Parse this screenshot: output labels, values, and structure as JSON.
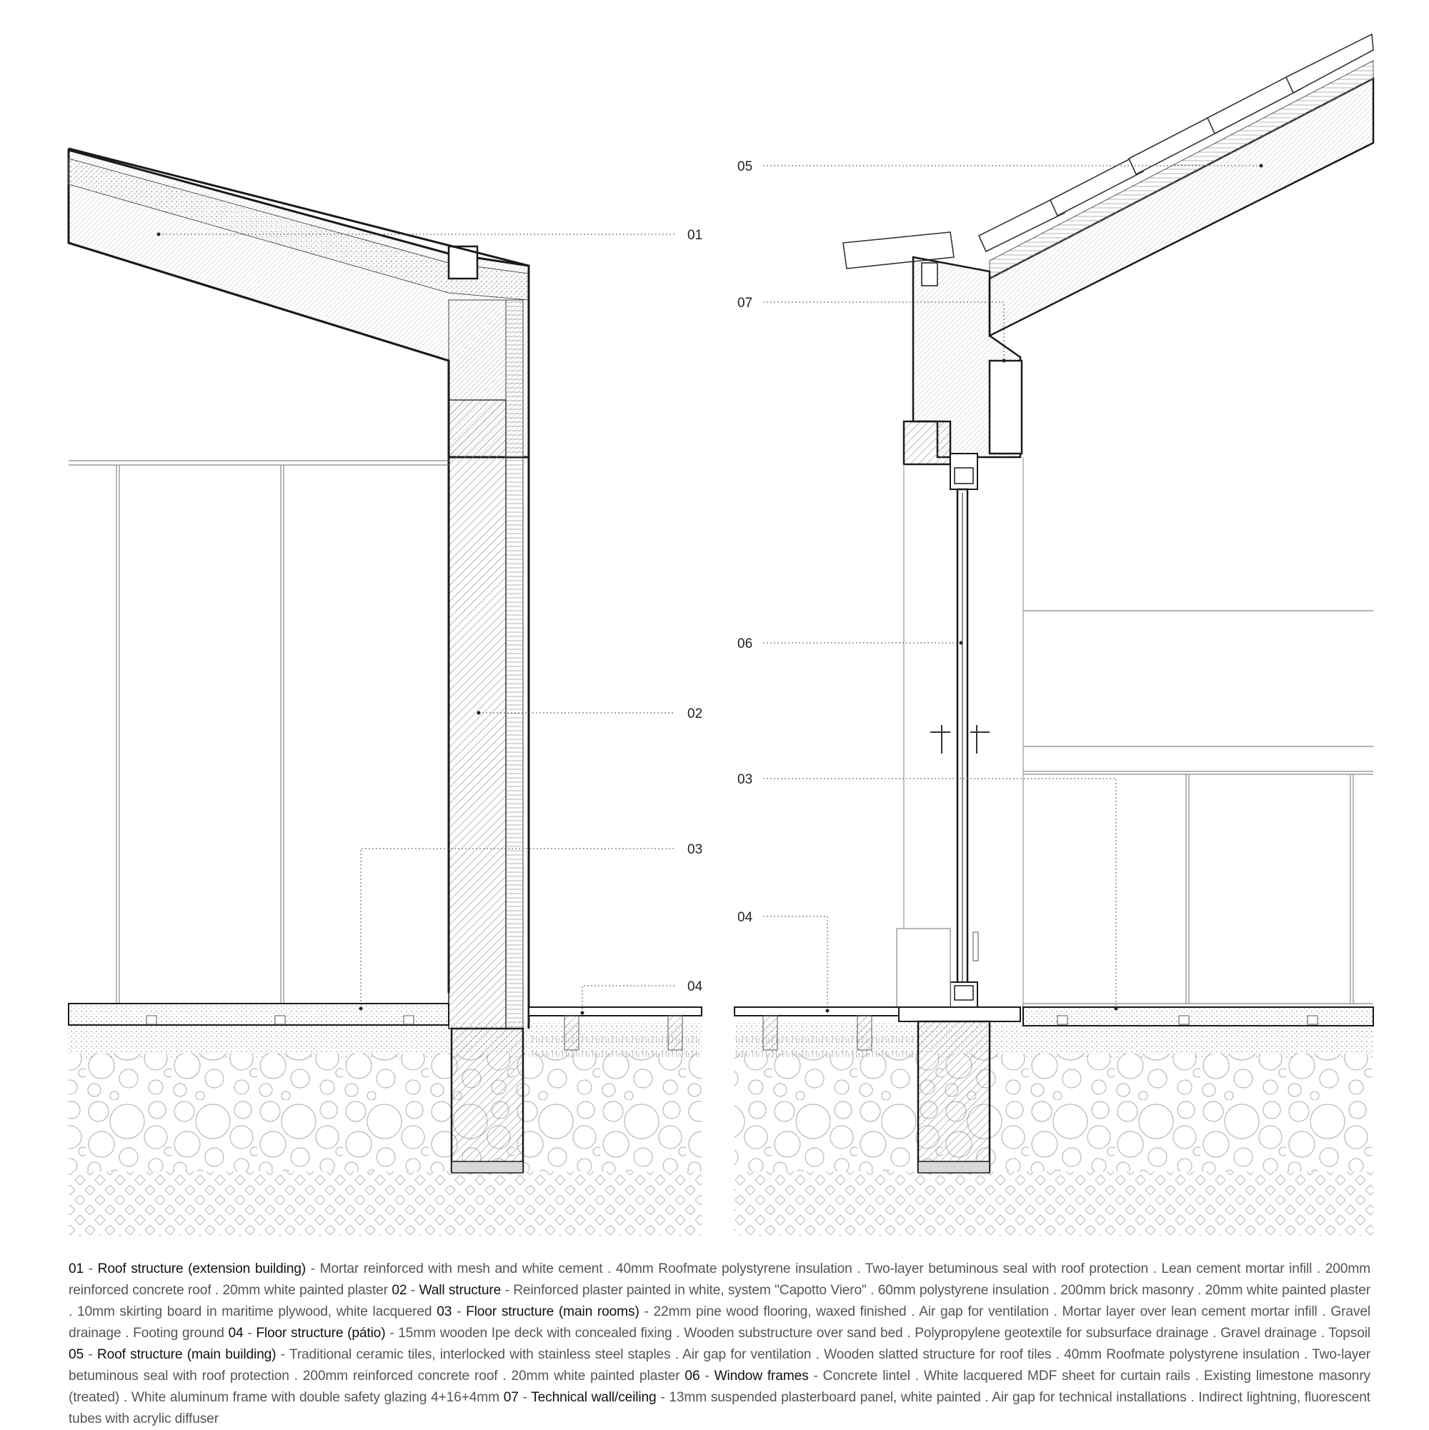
{
  "callouts": {
    "left": {
      "c01": "01",
      "c02": "02",
      "c03": "03",
      "c04": "04"
    },
    "right": {
      "c05": "05",
      "c07": "07",
      "c06": "06",
      "c03": "03",
      "c04": "04"
    }
  },
  "notes": [
    {
      "num": "01",
      "title": "Roof structure (extension building)",
      "text": "Mortar reinforced with mesh and white cement . 40mm Roofmate polystyrene insulation . Two-layer betuminous seal with roof protection . Lean cement mortar infill . 200mm reinforced concrete roof  . 20mm white painted plaster"
    },
    {
      "num": "02",
      "title": "Wall structure",
      "text": "Reinforced plaster painted in white, system \"Capotto Viero\" . 60mm polystyrene insulation . 200mm brick masonry . 20mm white painted plaster . 10mm skirting board in maritime plywood, white lacquered"
    },
    {
      "num": "03",
      "title": "Floor structure (main rooms)",
      "text": "22mm pine wood flooring, waxed finished . Air gap for ventilation . Mortar layer over lean cement mortar infill . Gravel drainage . Footing ground"
    },
    {
      "num": "04",
      "title": "Floor structure (pátio)",
      "text": "15mm wooden Ipe deck with concealed fixing . Wooden substructure over sand bed . Polypropylene geotextile for subsurface drainage . Gravel drainage . Topsoil"
    },
    {
      "num": "05",
      "title": "Roof structure (main building)",
      "text": "Traditional ceramic tiles, interlocked with stainless steel staples . Air gap for ventilation . Wooden slatted structure for roof tiles . 40mm Roofmate polystyrene insulation . Two-layer betuminous seal with roof protection . 200mm reinforced concrete roof . 20mm white painted plaster"
    },
    {
      "num": "06",
      "title": "Window frames",
      "text": "Concrete lintel . White lacquered MDF sheet for curtain rails . Existing limestone masonry (treated) . White aluminum frame with double safety glazing 4+16+4mm"
    },
    {
      "num": "07",
      "title": "Technical wall/ceiling",
      "text": "13mm suspended plasterboard panel, white painted . Air gap for technical installations . Indirect lightning, fluorescent tubes with acrylic diffuser"
    }
  ],
  "colors": {
    "line": "#1a1a1a",
    "hatch": "#9a9a9a",
    "leader": "#555555",
    "fill_light": "#f2f2f2"
  }
}
